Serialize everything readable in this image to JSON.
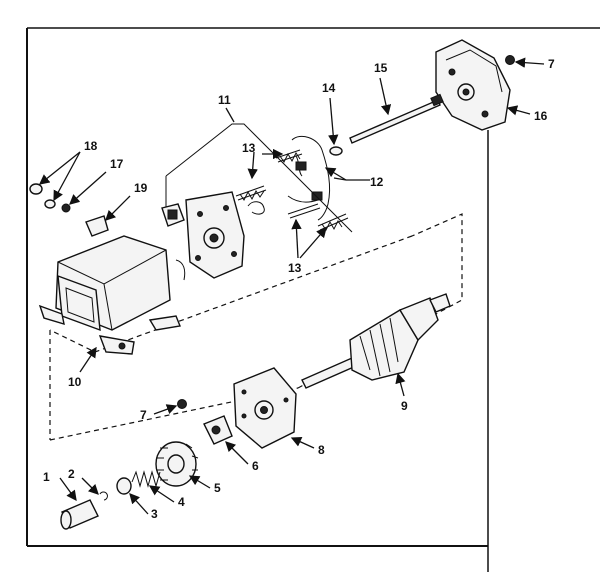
{
  "diagram": {
    "labels": {
      "p1": "1",
      "p2": "2",
      "p3": "3",
      "p4": "4",
      "p5": "5",
      "p6": "6",
      "p7a": "7",
      "p7b": "7",
      "p8": "8",
      "p9": "9",
      "p10": "10",
      "p11": "11",
      "p12": "12",
      "p13a": "13",
      "p13b": "13",
      "p14": "14",
      "p15": "15",
      "p16": "16",
      "p17": "17",
      "p18": "18",
      "p19": "19"
    }
  }
}
